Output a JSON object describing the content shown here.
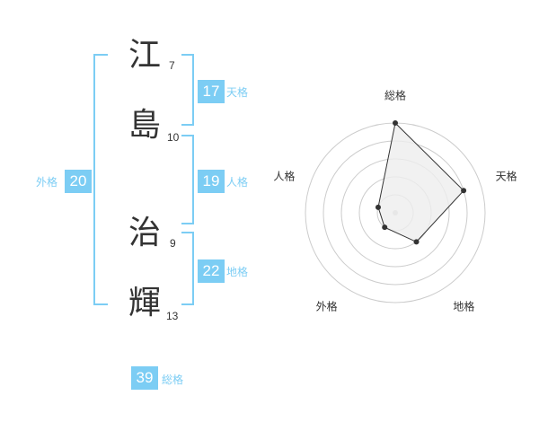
{
  "name_chars": [
    {
      "char": "江",
      "strokes": "7"
    },
    {
      "char": "島",
      "strokes": "10"
    },
    {
      "char": "治",
      "strokes": "9"
    },
    {
      "char": "輝",
      "strokes": "13"
    }
  ],
  "kaku": {
    "tenkaku": {
      "value": "17",
      "label": "天格"
    },
    "jinkaku": {
      "value": "19",
      "label": "人格"
    },
    "chikaku": {
      "value": "22",
      "label": "地格"
    },
    "gaikaku": {
      "value": "20",
      "label": "外格"
    },
    "soukaku": {
      "value": "39",
      "label": "総格"
    }
  },
  "colors": {
    "accent": "#7ccdf4",
    "text": "#333333",
    "grid": "#cccccc",
    "fill": "#eeeeee"
  },
  "chart_data": {
    "type": "radar",
    "axes": [
      "総格",
      "天格",
      "地格",
      "外格",
      "人格"
    ],
    "levels": 5,
    "values": [
      5,
      4,
      2,
      1,
      1
    ],
    "max": 5
  }
}
